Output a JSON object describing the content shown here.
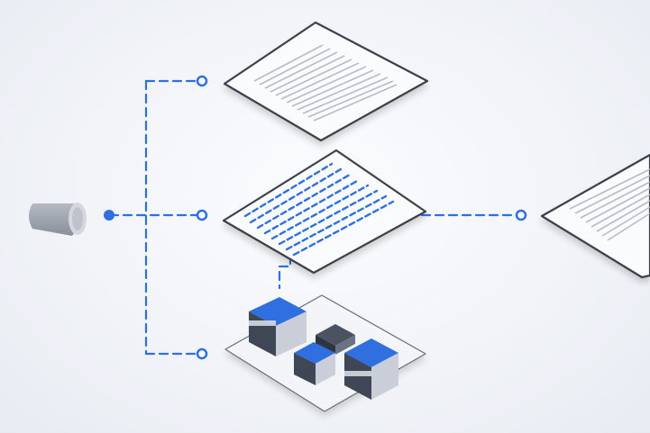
{
  "diagram": {
    "colors": {
      "background": "#eef1f6",
      "connector": "#2f6fe0",
      "panel_stroke": "#3a3f4a",
      "panel_fill": "#fafbfc",
      "doc_lines": "#b6bcc8",
      "highlight_lines": "#2f6fe0",
      "cube_top": "#2f6fe0",
      "cube_side_dark": "#3f4655",
      "cube_side_light": "#c9ced8",
      "source_shape": "#9aa0aa"
    },
    "nodes": [
      {
        "id": "source",
        "kind": "cylinder",
        "icon": "cylinder-icon"
      },
      {
        "id": "top-document",
        "kind": "document-panel",
        "icon": "document-icon"
      },
      {
        "id": "middle-document",
        "kind": "highlighted-document-panel",
        "icon": "document-icon"
      },
      {
        "id": "cube-cluster",
        "kind": "cube-platform",
        "icon": "cube-icon"
      },
      {
        "id": "output-document",
        "kind": "document-panel",
        "icon": "document-icon"
      }
    ],
    "edges": [
      {
        "from": "source",
        "to": "top-document",
        "style": "dashed"
      },
      {
        "from": "source",
        "to": "middle-document",
        "style": "dashed"
      },
      {
        "from": "source",
        "to": "cube-cluster",
        "style": "dashed"
      },
      {
        "from": "middle-document",
        "to": "output-document",
        "style": "dashed"
      },
      {
        "from": "middle-document",
        "to": "cube-cluster",
        "style": "dashed"
      }
    ]
  }
}
